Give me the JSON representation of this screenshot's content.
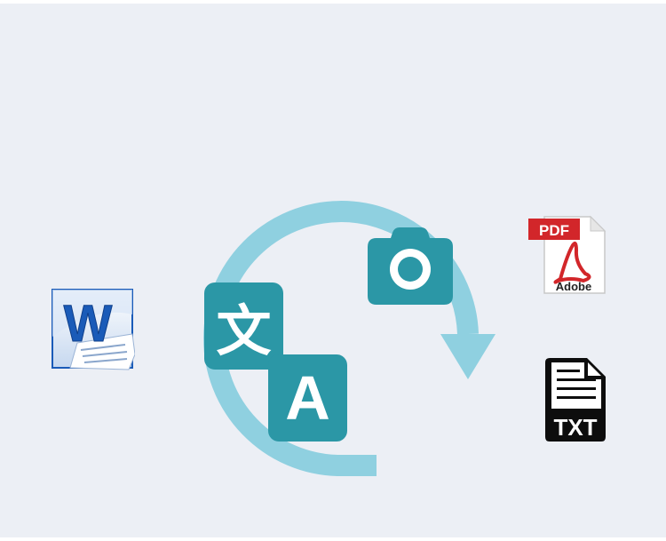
{
  "colors": {
    "background": "#eceff5",
    "cycle_arrow": "#8fd0e0",
    "tile": "#2b97a6",
    "word_blue": "#1a5bb8",
    "pdf_red": "#d2262a",
    "txt_black": "#0d0d0d"
  },
  "icons": {
    "word": "word-document-icon",
    "camera": "camera-icon",
    "pdf": "pdf-file-icon",
    "txt": "txt-file-icon",
    "cycle": "circular-arrow-icon"
  },
  "word_icon": {
    "letter": "W"
  },
  "translate": {
    "source_glyph": "文",
    "target_glyph": "A"
  },
  "pdf_icon": {
    "badge": "PDF",
    "brand": "Adobe"
  },
  "txt_icon": {
    "label": "TXT"
  }
}
